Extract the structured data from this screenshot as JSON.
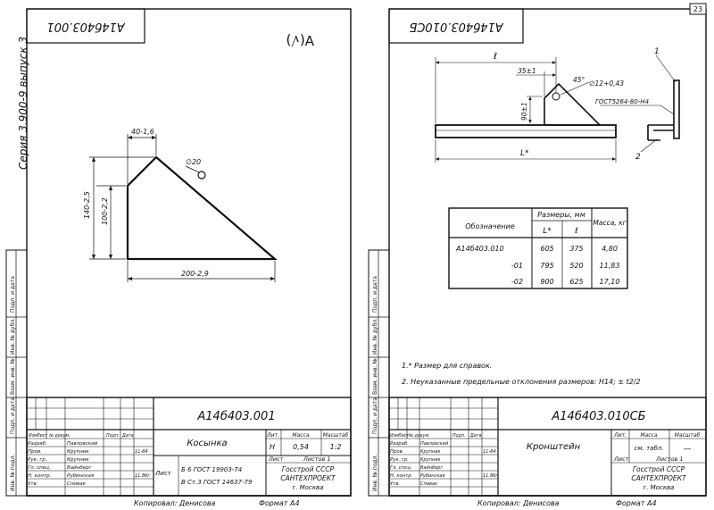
{
  "page_number": "23",
  "left_sheet": {
    "corner_code": "А14б403.001",
    "roughness_mark": "∀(√)",
    "series_label": "Серия 3.900-9 выпуск 3",
    "dims": {
      "top": "40-1,6",
      "hole": "∅20",
      "height_total": "140-2,5",
      "height_vertical": "100-2,2",
      "width": "200-2,9"
    },
    "side_strip": [
      "Инв. № подл.",
      "Подп. и дата",
      "Взам. инв. №",
      "Инв. № дубл.",
      "Подп. и дата"
    ],
    "title_block": {
      "code": "А14б403.001",
      "name": "Косынка",
      "lit_header": "Лит.",
      "mass_header": "Масса",
      "scale_header": "Масштаб",
      "lit": "Н",
      "mass": "0,54",
      "scale": "1:2",
      "sheet_label": "Лист",
      "sheets_label": "Листов 1",
      "material_label": "Лист",
      "material_1": "Б 6 ГОСТ 19903-74",
      "material_2": "В Ст.3 ГОСТ 14637-79",
      "org_1": "Госстрой СССР",
      "org_2": "САНТЕХПРОЕКТ",
      "org_3": "г. Москва",
      "header_row": [
        "Изм",
        "Лист",
        "№ докум.",
        "Подп.",
        "Дата"
      ],
      "roles": [
        {
          "role": "Разраб.",
          "name": "Павловский",
          "date": ""
        },
        {
          "role": "Пров.",
          "name": "Крупник",
          "date": "11-84"
        },
        {
          "role": "Рук. гр.",
          "name": "Крупник",
          "date": ""
        },
        {
          "role": "Гл. спец.",
          "name": "Вайнберг",
          "date": ""
        },
        {
          "role": "Н. контр.",
          "name": "Рубинская",
          "date": "11.86г"
        },
        {
          "role": "Утв.",
          "name": "Спивак",
          "date": ""
        }
      ],
      "copied": "Копировал: Денисова",
      "format": "Формат А4"
    }
  },
  "right_sheet": {
    "corner_code": "А14б403.010СБ",
    "dims": {
      "l": "ℓ",
      "d1": "35±1",
      "d2": "45°",
      "hole": "∅12+0,43",
      "d3": "90±1",
      "L": "L*",
      "callout1": "1",
      "callout2": "2",
      "gost": "ГОСТ5264-80-Н4"
    },
    "table": {
      "header_designation": "Обозначение",
      "header_sizes": "Размеры, мм",
      "header_L": "L*",
      "header_l": "ℓ",
      "header_mass": "Масса, кг",
      "rows": [
        {
          "designation": "А14б403.010",
          "L": "605",
          "l": "375",
          "mass": "4,80"
        },
        {
          "designation": "-01",
          "L": "795",
          "l": "520",
          "mass": "11,83"
        },
        {
          "designation": "-02",
          "L": "900",
          "l": "625",
          "mass": "17,10"
        }
      ]
    },
    "notes": [
      "1.* Размер для справок.",
      "2. Неуказанные предельные отклонения размеров: Н14; ± t2/2"
    ],
    "side_strip": [
      "Инв. № подл.",
      "Подп. и дата",
      "Взам. инв. №",
      "Инв. № дубл.",
      "Подп. и дата"
    ],
    "title_block": {
      "code": "А14б403.010СБ",
      "name": "Кронштейн",
      "lit_header": "Лит.",
      "mass_header": "Масса",
      "scale_header": "Масштаб",
      "mass": "см. табл.",
      "scale": "—",
      "sheet_label": "Лист",
      "sheets_label": "Листов 1",
      "org_1": "Госстрой СССР",
      "org_2": "САНТЕХПРОЕКТ",
      "org_3": "г. Москва",
      "header_row": [
        "Изм",
        "Лист",
        "№ докум.",
        "Подп.",
        "Дата"
      ],
      "roles": [
        {
          "role": "Разраб.",
          "name": "Павловский",
          "date": ""
        },
        {
          "role": "Пров.",
          "name": "Крупник",
          "date": "11-84"
        },
        {
          "role": "Рук. гр.",
          "name": "Крупник",
          "date": ""
        },
        {
          "role": "Гл. спец.",
          "name": "Вайнберг",
          "date": ""
        },
        {
          "role": "Н. контр.",
          "name": "Рубинская",
          "date": "11.86г"
        },
        {
          "role": "Утв.",
          "name": "Спивак",
          "date": ""
        }
      ],
      "copied": "Копировал: Денисова",
      "format": "Формат А4"
    }
  }
}
